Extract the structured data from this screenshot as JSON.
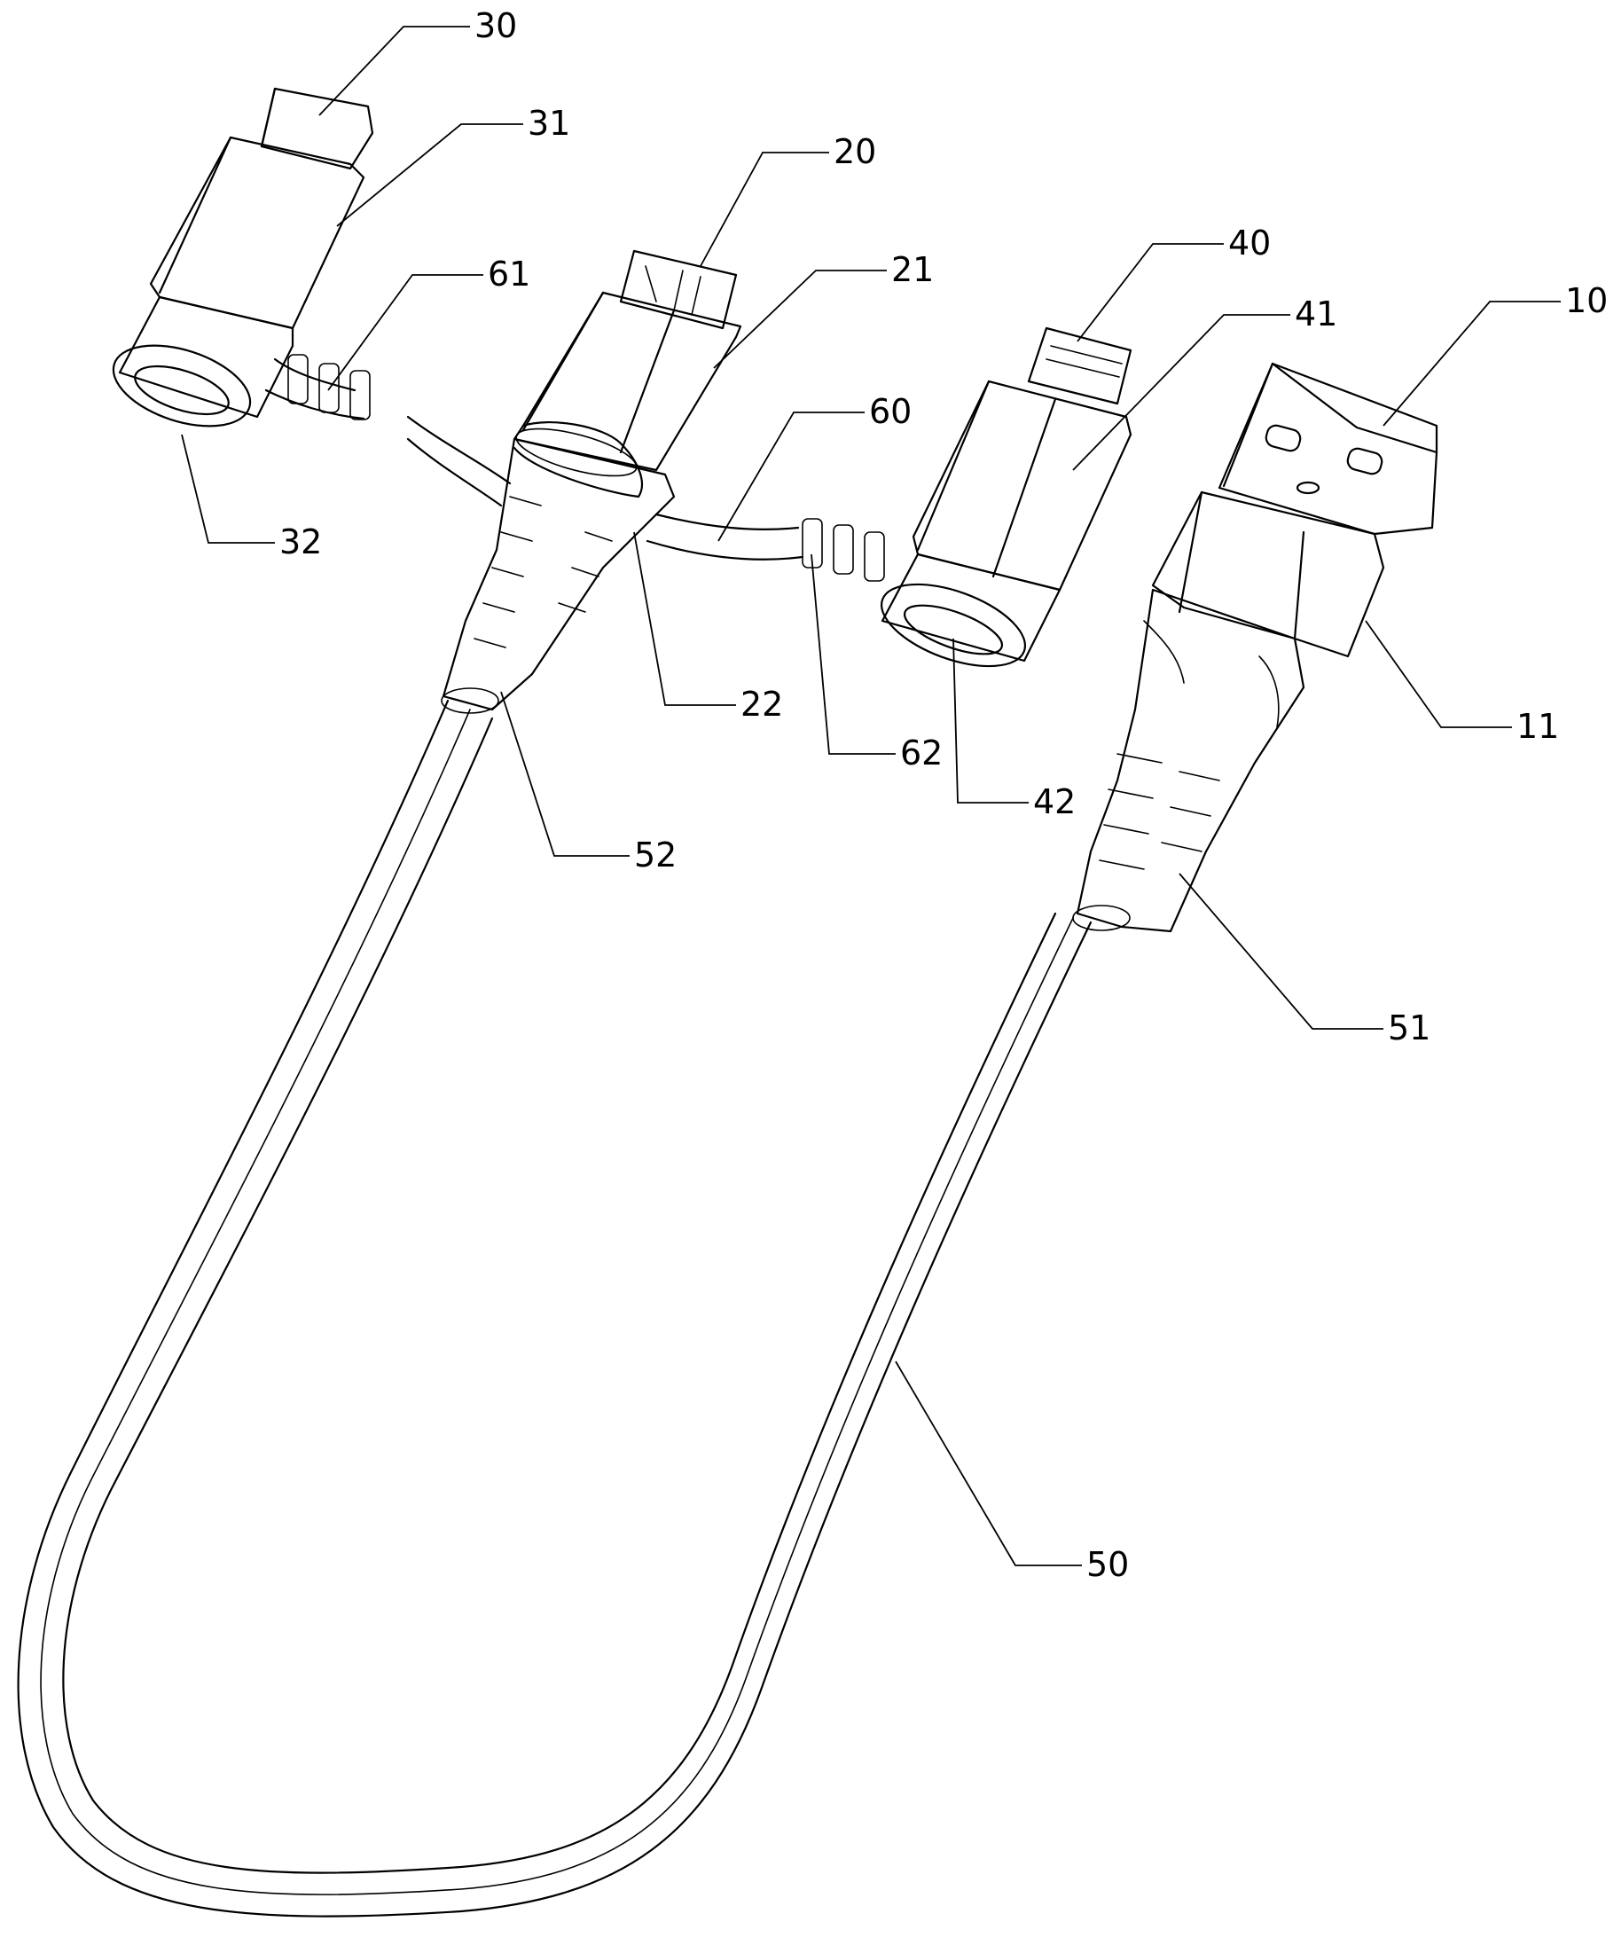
{
  "labels": {
    "l30": "30",
    "l31": "31",
    "l20": "20",
    "l61": "61",
    "l21": "21",
    "l40": "40",
    "l41": "41",
    "l10": "10",
    "l60": "60",
    "l32": "32",
    "l11": "11",
    "l22": "22",
    "l62": "62",
    "l42": "42",
    "l52": "52",
    "l51": "51",
    "l50": "50"
  }
}
